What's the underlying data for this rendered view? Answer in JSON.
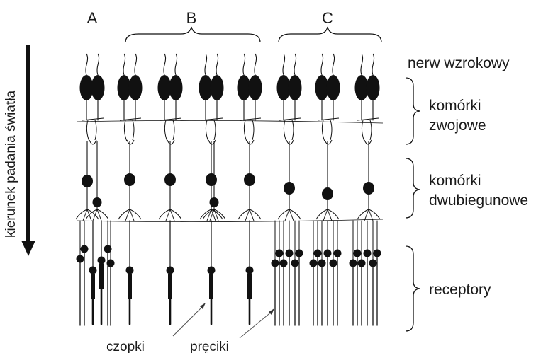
{
  "groups": {
    "a": "A",
    "b": "B",
    "c": "C"
  },
  "labels": {
    "optic_nerve": "nerw wzrokowy",
    "ganglion_line1": "komórki",
    "ganglion_line2": "zwojowe",
    "bipolar_line1": "komórki",
    "bipolar_line2": "dwubiegunowe",
    "receptors": "receptory",
    "cones": "czopki",
    "rods": "pręciki",
    "light_direction": "kierunek padania światła"
  },
  "colors": {
    "ink": "#111111",
    "background": "#ffffff"
  }
}
